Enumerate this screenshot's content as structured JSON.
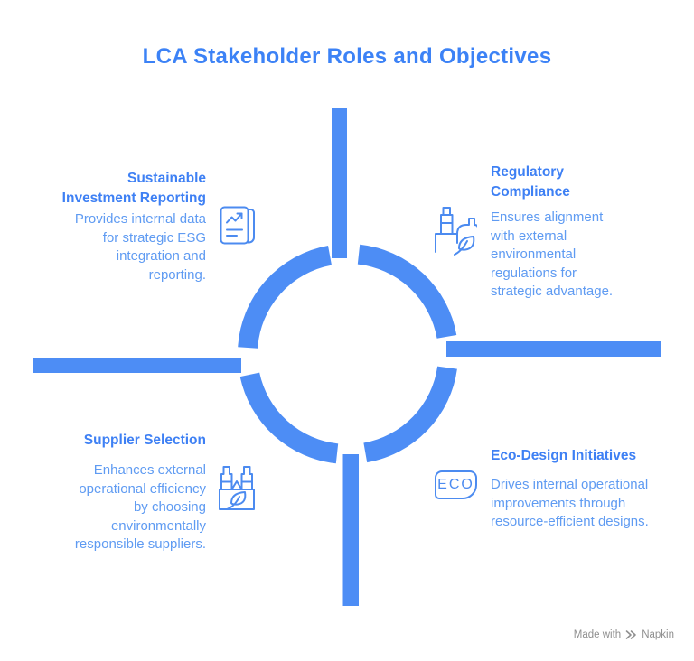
{
  "title": "LCA Stakeholder Roles and Objectives",
  "colors": {
    "shape_blue": "#4D8DF5",
    "heading_blue": "#3E80F4",
    "body_blue": "#5F9BF2",
    "icon_blue": "#4C8BF0",
    "watermark_gray": "#8F8F8F",
    "background": "#FFFFFF"
  },
  "center_shape": "broken-ring-with-four-connector-bars",
  "quadrants": {
    "top_left": {
      "heading": "Sustainable\nInvestment Reporting",
      "body": "Provides internal data\nfor strategic ESG\nintegration and\nreporting.",
      "icon": "report-trend-document-icon"
    },
    "top_right": {
      "heading": "Regulatory\nCompliance",
      "body": "Ensures alignment\nwith external\nenvironmental\nregulations for\nstrategic advantage.",
      "icon": "eco-factory-leaf-icon"
    },
    "bottom_left": {
      "heading": "Supplier Selection",
      "body": "Enhances external\noperational efficiency\nby choosing\nenvironmentally\nresponsible suppliers.",
      "icon": "supplier-factory-leaf-icon"
    },
    "bottom_right": {
      "heading": "Eco-Design Initiatives",
      "body": "Drives internal operational\nimprovements through\nresource-efficient designs.",
      "icon": "eco-badge-icon",
      "badge_text": "ECO"
    }
  },
  "watermark": {
    "prefix": "Made with",
    "logo_icon": "napkin-logo-icon",
    "brand": "Napkin"
  }
}
